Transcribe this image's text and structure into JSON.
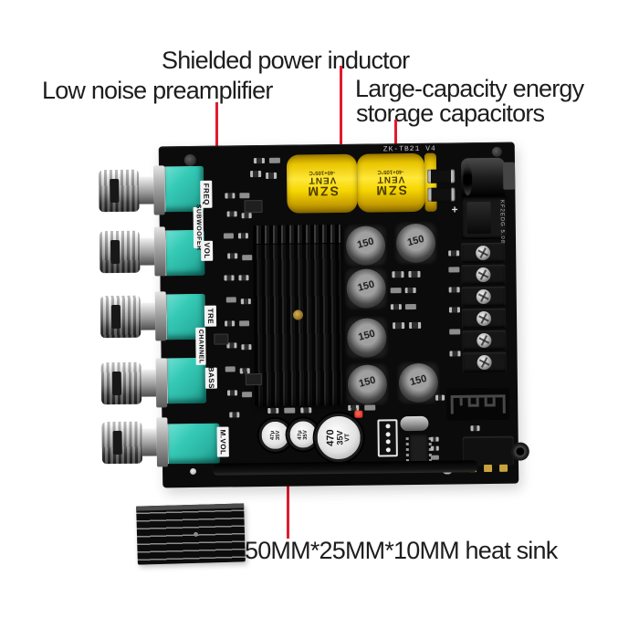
{
  "annotations": {
    "shielded_inductor": "Shielded power inductor",
    "low_noise_preamp": "Low noise preamplifier",
    "capacitors_line1": "Large-capacity energy",
    "capacitors_line2": "storage capacitors",
    "heat_sink": "50MM*25MM*10MM heat sink"
  },
  "board": {
    "model": "ZK-TB21 V4",
    "pot_labels": [
      "FREQ",
      "SUBWOOFER",
      "VOL",
      "TRE",
      "CHANNEL",
      "BASS",
      "M.VOL"
    ],
    "capacitor_print": {
      "brand": "SZM",
      "vent": "VENT",
      "temp_range": "-40+105°C"
    },
    "inductor_value": "150",
    "power_terminal": {
      "part": "KF2EDG",
      "pitch": "5.08",
      "polarity_mark": "+"
    },
    "bulk_capacitor": {
      "value": "470",
      "voltage": "35V",
      "series": "VT"
    },
    "small_capacitor": {
      "value": "47μ",
      "voltage": "35V"
    }
  },
  "colors": {
    "annotation_red": "#e11b2e",
    "pot_teal": "#2fc7b2",
    "capacitor_yellow": "#f6d602",
    "pcb_black": "#0b0b0b"
  }
}
